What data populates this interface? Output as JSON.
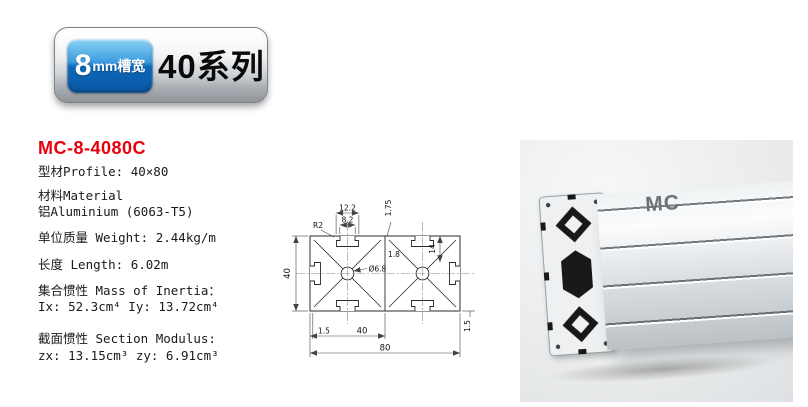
{
  "header": {
    "slot_size": "8",
    "slot_unit_label": "mm槽宽",
    "series": "40系列"
  },
  "product": {
    "model": "MC-8-4080C",
    "specs": [
      "型材Profile: 40×80",
      "材料Material",
      "铝Aluminium (6063-T5)",
      "单位质量 Weight: 2.44kg/m",
      "长度 Length: 6.02m",
      "集合惯性 Mass of Inertia：",
      "Ix: 52.3cm⁴  Iy: 13.72cm⁴",
      "截面惯性 Section Modulus:",
      "zx: 13.15cm³ zy: 6.91cm³"
    ]
  },
  "drawing": {
    "dims": {
      "slot_pitch": "12.2",
      "slot_opening": "8.2",
      "wall_top": "1.75",
      "corner_radius": "R2",
      "web_thickness": "1.8",
      "slot_depth": "14",
      "hole_dia": "Ø6.8",
      "height": "40",
      "wall_left": "1.5",
      "half_width": "40",
      "full_width": "80",
      "wall_bottom": "1.5"
    }
  },
  "photo": {
    "brand": "MC",
    "accent_blue": "#0e68b8",
    "accent_red": "#e8000d"
  }
}
